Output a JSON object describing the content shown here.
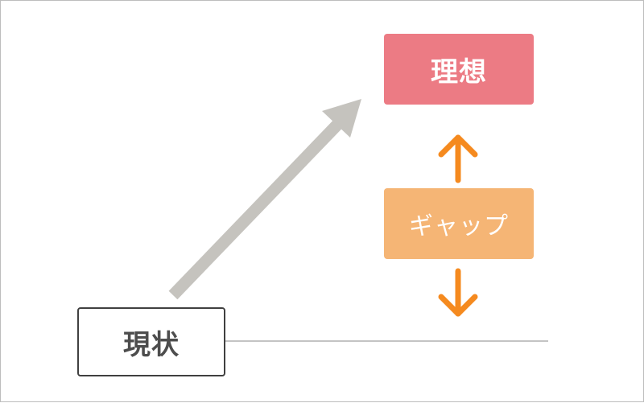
{
  "diagram": {
    "ideal": {
      "label": "理想",
      "color": "#ec7b84"
    },
    "gap": {
      "label": "ギャップ",
      "color": "#f5b575",
      "arrow_color": "#f58a1f"
    },
    "current": {
      "label": "現状",
      "border_color": "#404040"
    },
    "growth_arrow_color": "#c5c3be",
    "baseline_color": "#c4c4c4",
    "icons": [
      "arrow-up-icon",
      "arrow-down-icon",
      "diagonal-arrow-icon"
    ]
  }
}
